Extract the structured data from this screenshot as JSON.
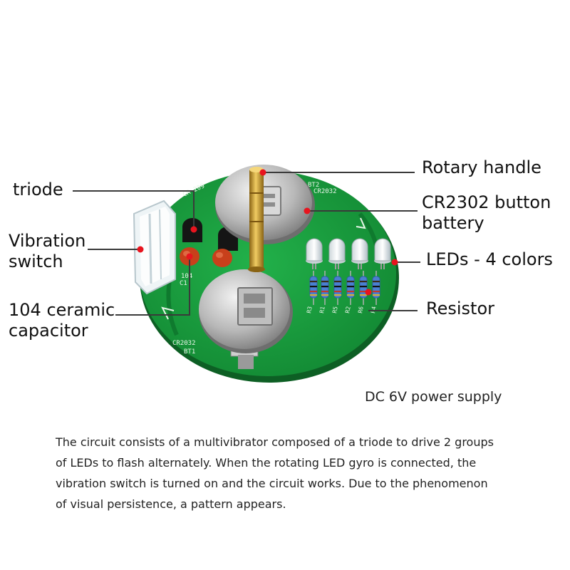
{
  "callouts": {
    "triode": "triode",
    "vibration_switch": [
      "Vibration",
      "switch"
    ],
    "ceramic_capacitor": [
      "104 ceramic",
      "capacitor"
    ],
    "rotary_handle": "Rotary handle",
    "button_battery": [
      "CR2302 button",
      "battery"
    ],
    "leds": "LEDs - 4 colors",
    "resistor": "Resistor"
  },
  "supply_note": "DC 6V power supply",
  "description": [
    "The circuit consists of a multivibrator composed of a triode to drive 2 groups",
    "of LEDs to flash alternately. When the rotating LED gyro is connected, the",
    "vibration switch is turned on and the circuit works. Due to the phenomenon",
    "of visual persistence, a pattern appears."
  ],
  "silkscreen": {
    "top_label": "CR-209",
    "bt2": "BT2",
    "cr_top": "CR2032",
    "cap_value": "104",
    "cap_ref": "C1",
    "cr_bottom": "CR2032",
    "bt1": "BT1",
    "resistor_refs": [
      "R3",
      "R1",
      "R5",
      "R2",
      "R6",
      "R4"
    ]
  },
  "colors": {
    "board": "#1a9a3c",
    "board_dark": "#0f6e2a",
    "callout_dot": "#e8141e",
    "leader_line": "#3a3a3a",
    "battery_metal": "#c9c9c9",
    "brass": "#c79a2a"
  }
}
